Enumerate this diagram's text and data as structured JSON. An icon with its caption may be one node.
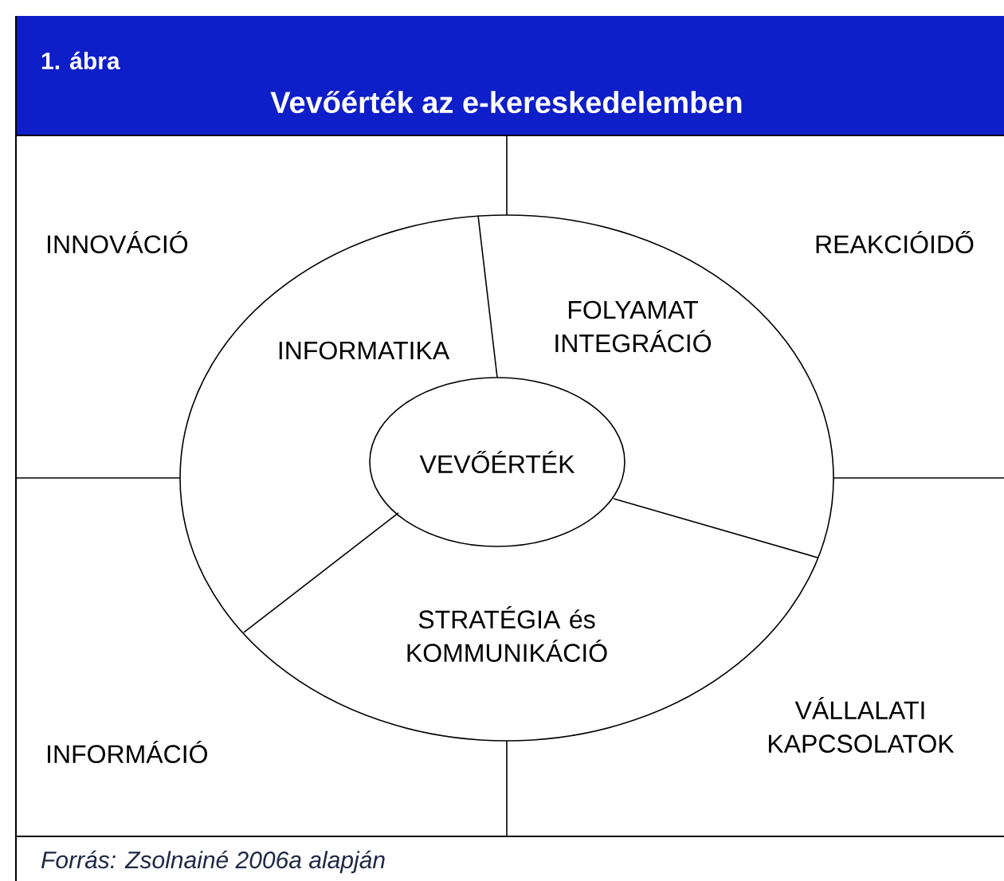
{
  "diagram": {
    "title": "Vevőérték az e-kereskedelemben",
    "caption": "Forrás: Zsolnainé 2006a alapján",
    "nodes": [
      {
        "text": [],
        "shape": "circle"
      },
      {
        "text": [
          "VEVŐÉRTÉK"
        ],
        "in": 0
      }
    ],
    "labels": [
      "1. ábra",
      "INNOVÁCIÓ",
      "REAKCIÓIDŐ",
      "FOLYAMAT INTEGRÁCIÓ",
      "INFORMATIKA",
      "STRATÉGIA és KOMMUNIKÁCIÓ",
      "VÁLLALATI KAPCSOLATOK",
      "INFORMÁCIÓ"
    ]
  }
}
